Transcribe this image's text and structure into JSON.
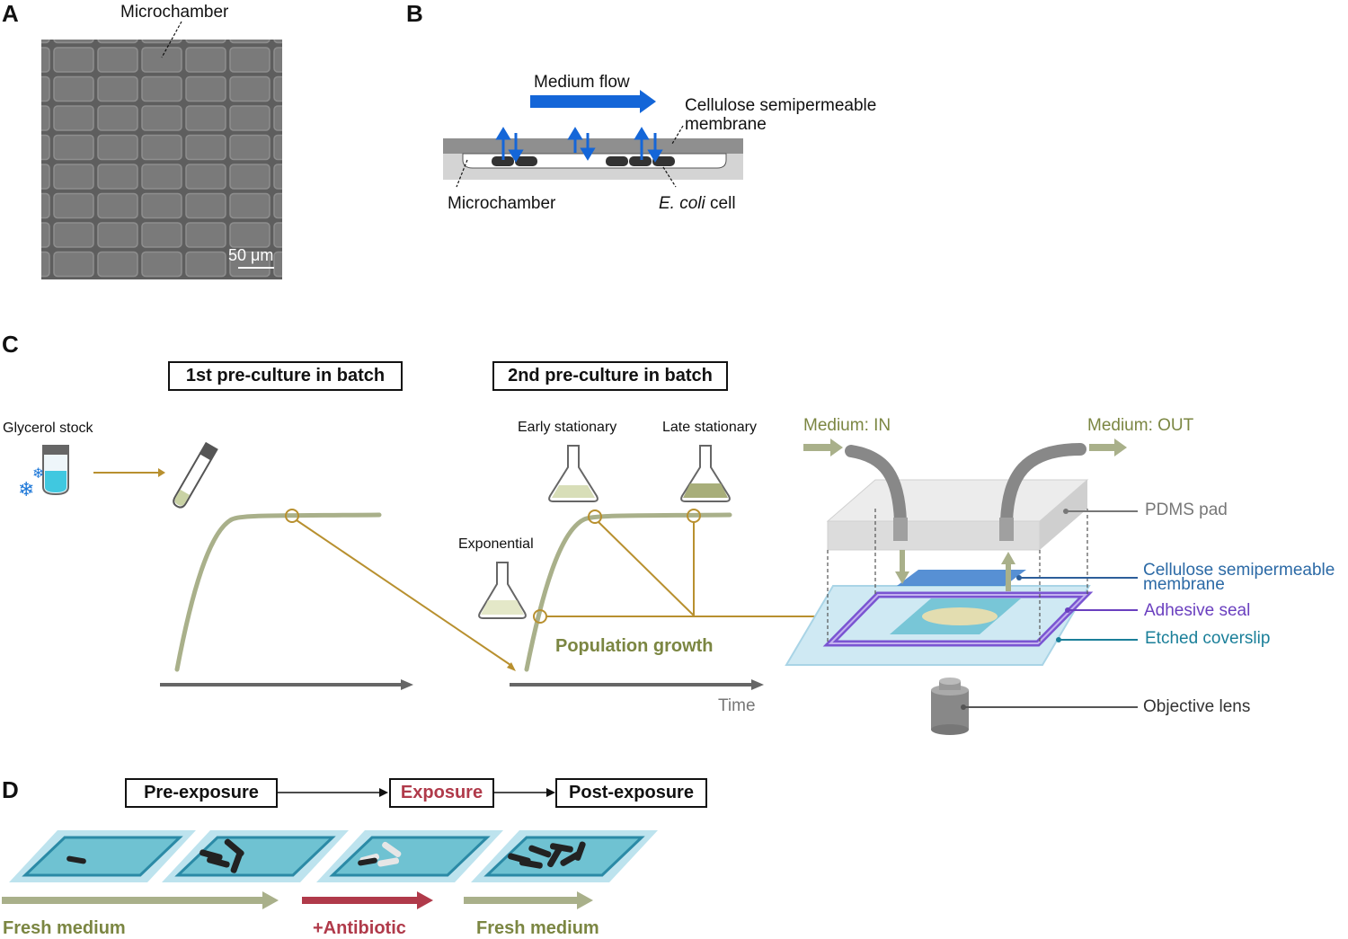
{
  "panels": {
    "A": {
      "letter": "A",
      "label": "Microchamber",
      "scalebar": "50 μm"
    },
    "B": {
      "letter": "B",
      "flow_label": "Medium flow",
      "membrane_label_line1": "Cellulose semipermeable",
      "membrane_label_line2": "membrane",
      "microchamber_label": "Microchamber",
      "cell_label_italic": "E. coli",
      "cell_label_rest": " cell"
    },
    "C": {
      "letter": "C",
      "box1": "1st pre-culture in batch",
      "box2": "2nd pre-culture in batch",
      "glycerol": "Glycerol stock",
      "early": "Early stationary",
      "late": "Late stationary",
      "exponential": "Exponential",
      "population_growth": "Population growth",
      "time": "Time",
      "medium_in": "Medium: IN",
      "medium_out": "Medium: OUT",
      "pdms": "PDMS pad",
      "membrane_line1": "Cellulose semipermeable",
      "membrane_line2": "membrane",
      "adhesive": "Adhesive seal",
      "coverslip": "Etched coverslip",
      "objective": "Objective lens"
    },
    "D": {
      "letter": "D",
      "pre": "Pre-exposure",
      "exposure": "Exposure",
      "post": "Post-exposure",
      "fresh1": "Fresh medium",
      "antibiotic": "+Antibiotic",
      "fresh2": "Fresh medium"
    }
  },
  "colors": {
    "olive": "#7b8642",
    "curve": "#a9b08a",
    "gold": "#b8902f",
    "blue_arrow": "#1466d8",
    "antibiotic_red": "#b03a4a",
    "teal": "#1a7f99",
    "purple": "#6a3fbf"
  }
}
